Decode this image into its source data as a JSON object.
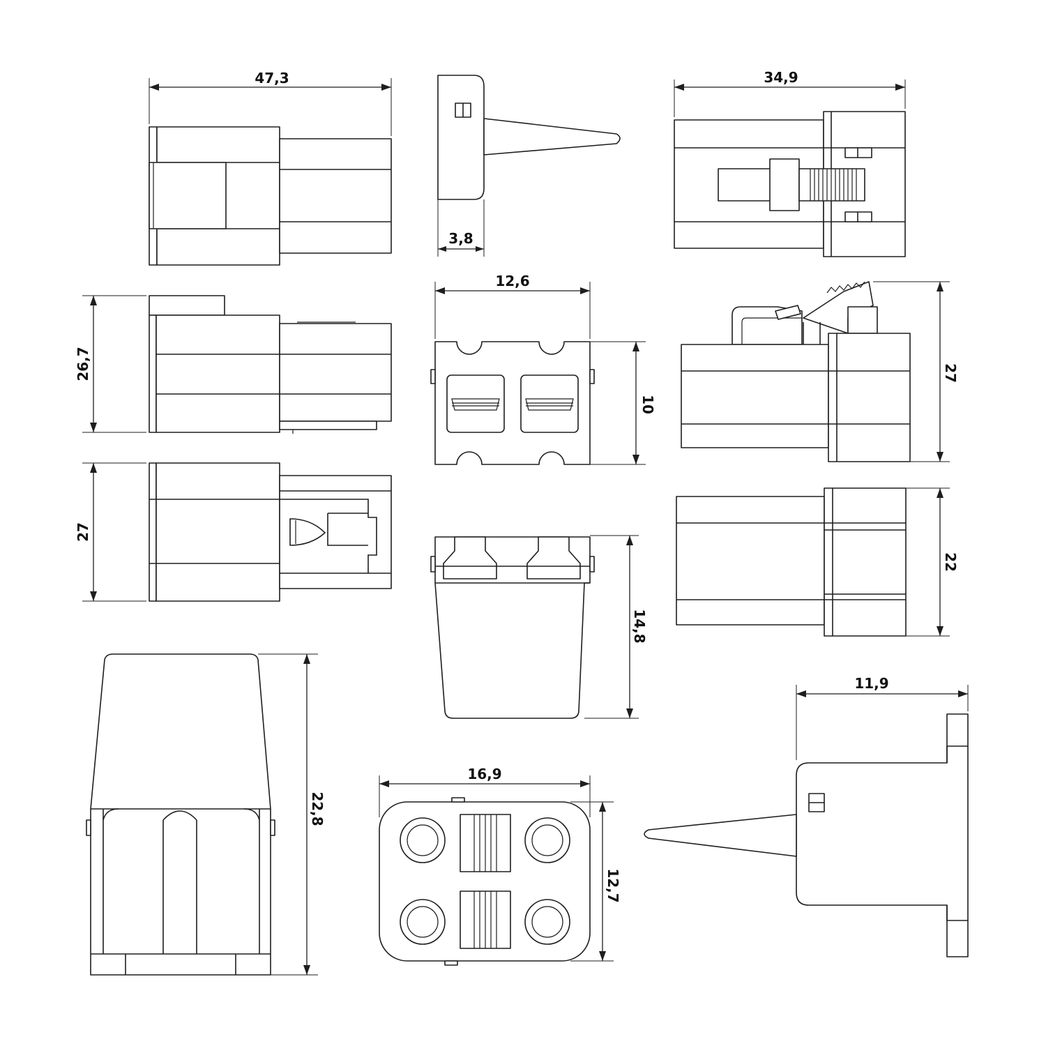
{
  "dimensions": {
    "top_left_width": "47,3",
    "top_middle_thickness": "3,8",
    "top_right_width": "34,9",
    "mid_left_height": "26,7",
    "center_width": "12,6",
    "center_height": "10",
    "mid_right_height": "27",
    "lower_left_height": "27",
    "lower_center_height": "14,8",
    "lower_right_height": "22",
    "bottom_left_height": "22,8",
    "bottom_center_width": "16,9",
    "bottom_center_height": "12,7",
    "bottom_right_width": "11,9"
  }
}
